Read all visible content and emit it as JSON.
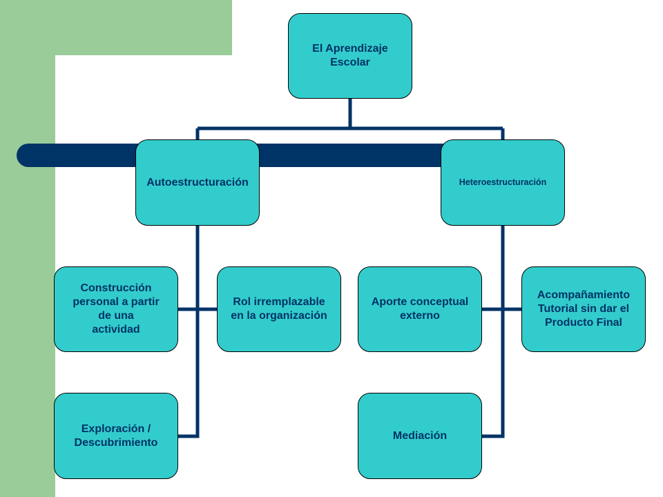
{
  "colors": {
    "node_fill": "#33cccc",
    "node_text": "#003366",
    "connector": "#003366",
    "green_band": "#99cc99",
    "background": "#ffffff"
  },
  "diagram": {
    "root": {
      "label": "El Aprendizaje\nEscolar"
    },
    "branches": [
      {
        "label": "Autoestructuración",
        "children": [
          "Construcción\npersonal a partir\nde una\nactividad",
          "Rol irremplazable\nen la organización",
          "Exploración /\nDescubrimiento"
        ]
      },
      {
        "label": "Heteroestructuración",
        "children": [
          "Aporte conceptual\nexterno",
          "Acompañamiento\nTutorial sin dar el\nProducto Final",
          "Mediación"
        ]
      }
    ]
  }
}
